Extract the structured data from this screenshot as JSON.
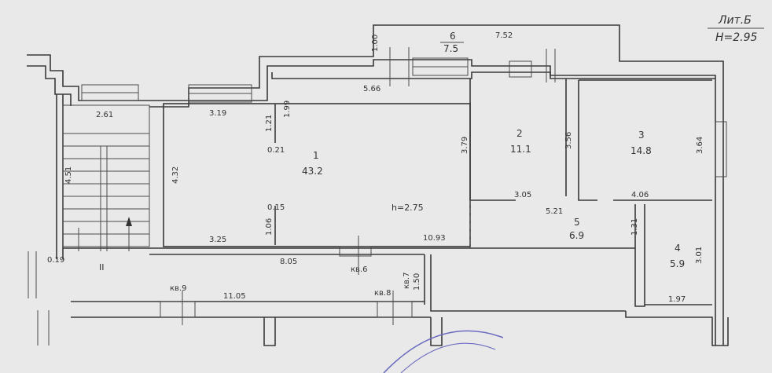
{
  "title": {
    "lit": "Лит.Б",
    "height": "H=2.95"
  },
  "rooms": [
    {
      "num": "1",
      "area": "43.2"
    },
    {
      "num": "2",
      "area": "11.1"
    },
    {
      "num": "3",
      "area": "14.8"
    },
    {
      "num": "4",
      "area": "5.9"
    },
    {
      "num": "5",
      "area": "6.9"
    },
    {
      "num": "6",
      "area": "7.5"
    }
  ],
  "ceiling": "h=2.75",
  "stair": "II",
  "dims": {
    "d100": "1.00",
    "d752": "7.52",
    "d566": "5.66",
    "d261": "2.61",
    "d319": "3.19",
    "d199": "1.99",
    "d121": "1.21",
    "d021": "0.21",
    "d379": "3.79",
    "d356": "3.56",
    "d364": "3.64",
    "d432": "4.32",
    "d451": "4.51",
    "d305": "3.05",
    "d406": "4.06",
    "d015": "0.15",
    "d106": "1.06",
    "d131": "1.31",
    "d325": "3.25",
    "d1093": "10.93",
    "d805": "8.05",
    "d301": "3.01",
    "d019": "0.19",
    "d150": "1.50",
    "d1105": "11.05",
    "d197": "1.97",
    "d5": "5.21"
  },
  "apts": {
    "kv6": "кв.6",
    "kv7": "кв.7",
    "kv8": "кв.8",
    "kv9": "кв.9"
  }
}
